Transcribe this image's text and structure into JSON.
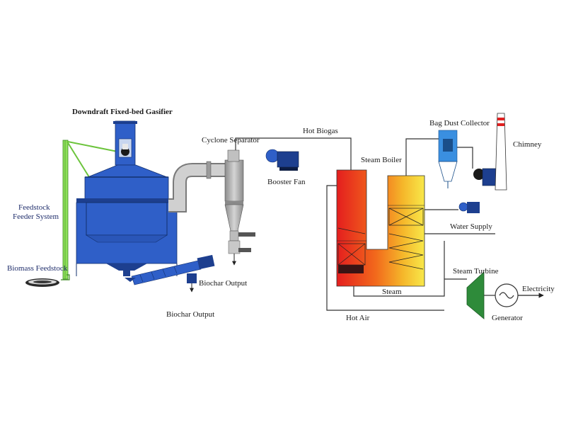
{
  "title": "Downdraft Fixed-bed Gasifier",
  "labels": {
    "feeder_line1": "Feedstock",
    "feeder_line2": "Feeder System",
    "biomass_feedstock": "Biomass Feedstock",
    "cyclone_separator": "Cyclone Separator",
    "hot_biogas": "Hot Biogas",
    "booster_fan": "Booster Fan",
    "biochar_output_right": "Biochar Output",
    "biochar_output_bottom": "Biochar Output",
    "steam_boiler": "Steam Boiler",
    "bag_dust_collector": "Bag Dust Collector",
    "chimney": "Chimney",
    "water_supply": "Water Supply",
    "steam_turbine": "Steam Turbine",
    "steam": "Steam",
    "hot_air": "Hot Air",
    "electricity": "Electricity",
    "generator": "Generator"
  },
  "colors": {
    "gasifier_blue": "#2f5fc8",
    "dark_blue": "#1d3f8f",
    "feeder_green": "#7cd94a",
    "cyclone_gray": "#a8a8a8",
    "turbine_green": "#2e8b3a",
    "collector_blue": "#3a8fe0",
    "boiler_hot": "#e8281e",
    "boiler_warm": "#f7e24a"
  }
}
